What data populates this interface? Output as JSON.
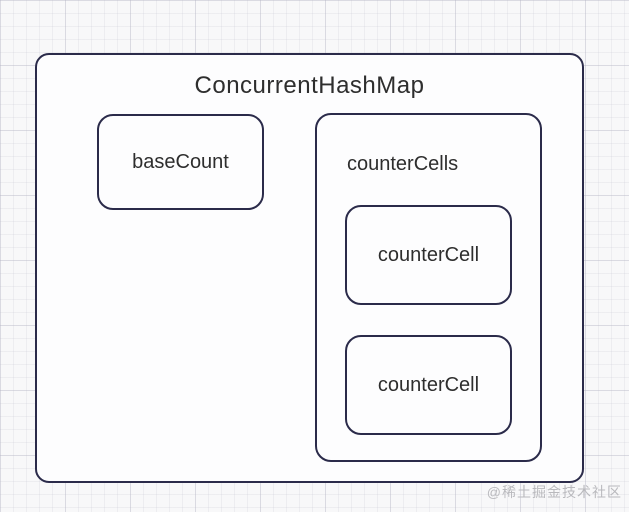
{
  "diagram": {
    "title": "ConcurrentHashMap",
    "base_count": {
      "label": "baseCount"
    },
    "counter_cells": {
      "label": "counterCells",
      "cells": [
        {
          "label": "counterCell"
        },
        {
          "label": "counterCell"
        }
      ]
    },
    "colors": {
      "border": "#2b2b4a",
      "text": "#2e2e2e",
      "box_fill": "#fdfdfe",
      "paper_background": "#f8f8f9"
    }
  },
  "watermark": {
    "text": "@稀土掘金技术社区"
  }
}
